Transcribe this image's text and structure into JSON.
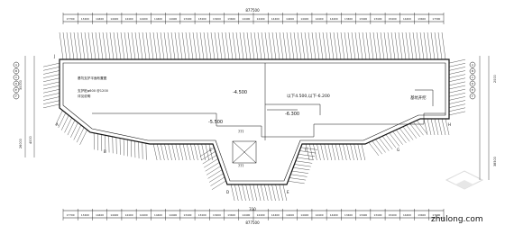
{
  "drawing": {
    "top_dim_values": [
      "17700",
      "13400",
      "14400",
      "14400",
      "14400",
      "14400",
      "14400",
      "14400",
      "13400",
      "13400",
      "13400",
      "13400",
      "14400",
      "14400",
      "14400",
      "14400",
      "14400",
      "14400",
      "14400",
      "13400",
      "13400",
      "13400",
      "15400",
      "14400",
      "13400",
      "17300"
    ],
    "top_total_label": "877500",
    "bottom_dim_values": [
      "17700",
      "13400",
      "14400",
      "14400",
      "14400",
      "14400",
      "14400",
      "14400",
      "13400",
      "13400",
      "13400",
      "13400",
      "14400",
      "14400",
      "14400",
      "14400",
      "14400",
      "14400",
      "14400",
      "13400",
      "13400",
      "13400",
      "15400",
      "14400",
      "13400",
      "17300"
    ],
    "bottom_total_label": "877500",
    "bottom_mid_label": "310",
    "left_side_dims": [
      "30000",
      "4000",
      "26000"
    ],
    "right_side_dims": [
      "2000",
      "38500"
    ],
    "elev_main": "-4.500",
    "elev_step": "-5.500",
    "elev_pit": "-6.300",
    "elev_right_note": "以下4.500,以下-6.200",
    "note_left_1": "基坑支护平面布置图",
    "note_left_2": "支护桩φ600 @1200",
    "note_left_3": "详见说明",
    "pit_label": "???",
    "ramp_label": "???",
    "right_note": "基坑开挖",
    "axis_left": [
      "A",
      "B",
      "C",
      "D",
      "E",
      "F"
    ],
    "axis_right": [
      "A",
      "B",
      "C",
      "D",
      "E",
      "F"
    ],
    "corner_labels": [
      "J",
      "A",
      "B",
      "C",
      "D",
      "E",
      "F",
      "G",
      "H"
    ],
    "watermark": "zhulong.com"
  }
}
